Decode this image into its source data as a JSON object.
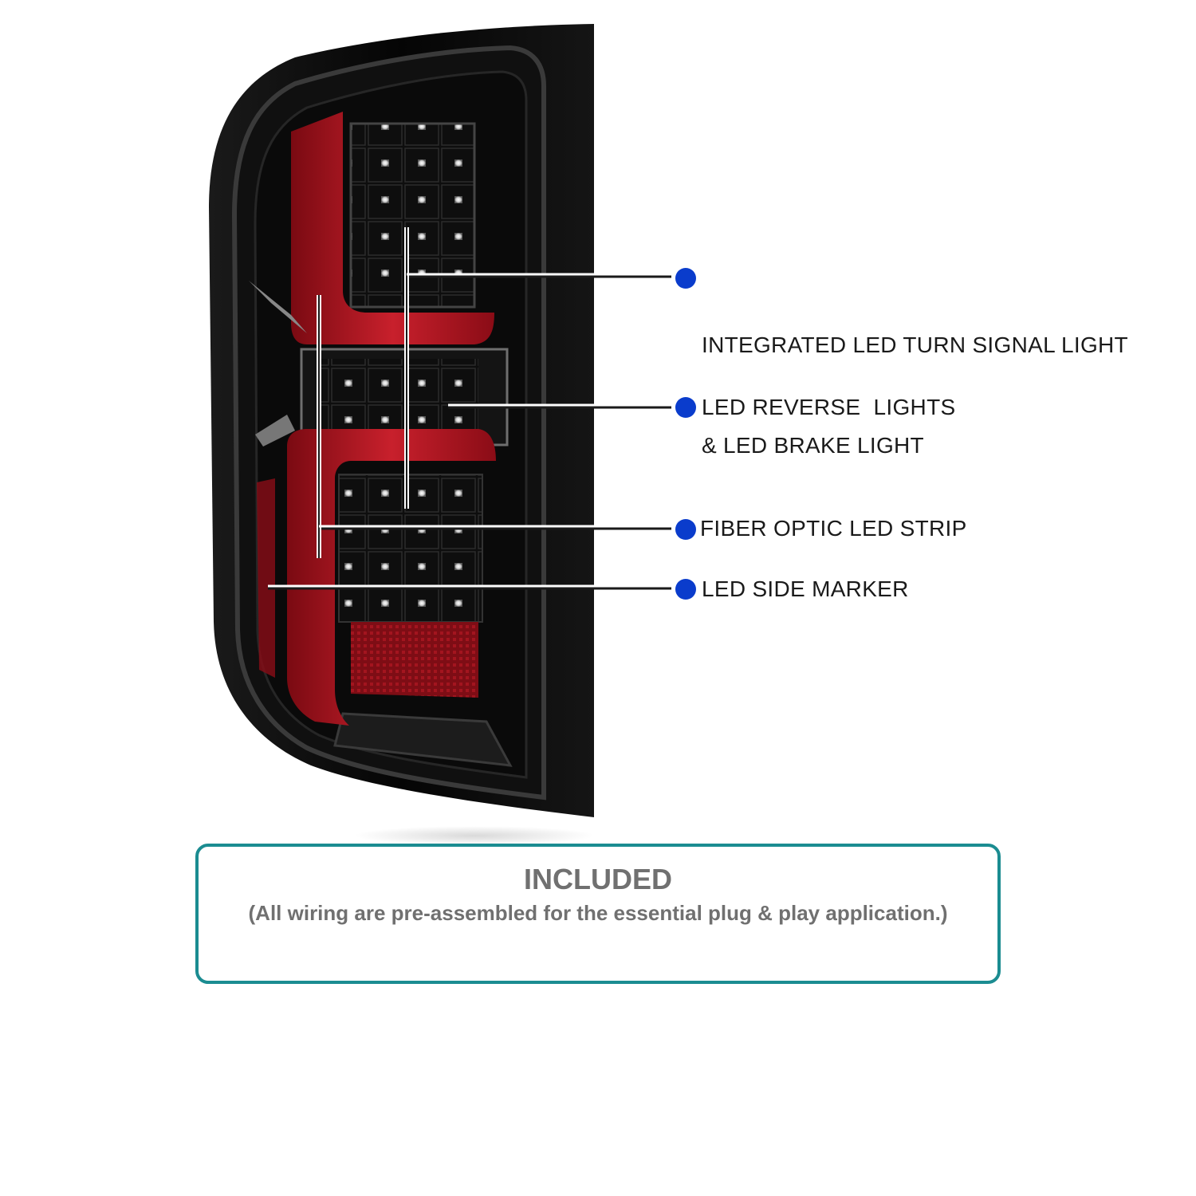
{
  "callouts": [
    {
      "line1": "INTEGRATED LED TURN SIGNAL LIGHT",
      "line2": "& LED BRAKE LIGHT"
    },
    {
      "line1": "LED REVERSE  LIGHTS"
    },
    {
      "line1": "FIBER OPTIC LED STRIP"
    },
    {
      "line1": "LED SIDE MARKER"
    }
  ],
  "included": {
    "title": "INCLUDED",
    "note": "(All wiring are pre-assembled for the essential plug & play application.)"
  },
  "colors": {
    "callout_dot": "#0a3ccc",
    "box_border": "#1b8c91",
    "red_strip": "#b3121e",
    "housing": "#0b0b0b"
  }
}
